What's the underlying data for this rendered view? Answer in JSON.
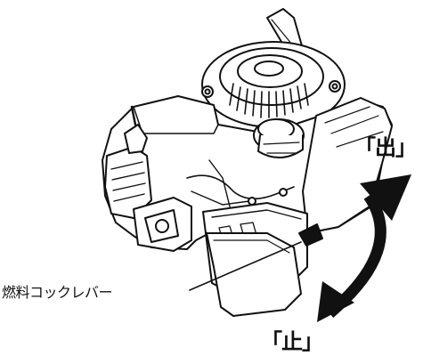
{
  "labels": {
    "out": "「出」",
    "stop": "「止」",
    "fuel_cock_lever": "燃料コックレバー"
  },
  "colors": {
    "line": "#111111",
    "background": "#ffffff",
    "arrow": "#111111"
  }
}
